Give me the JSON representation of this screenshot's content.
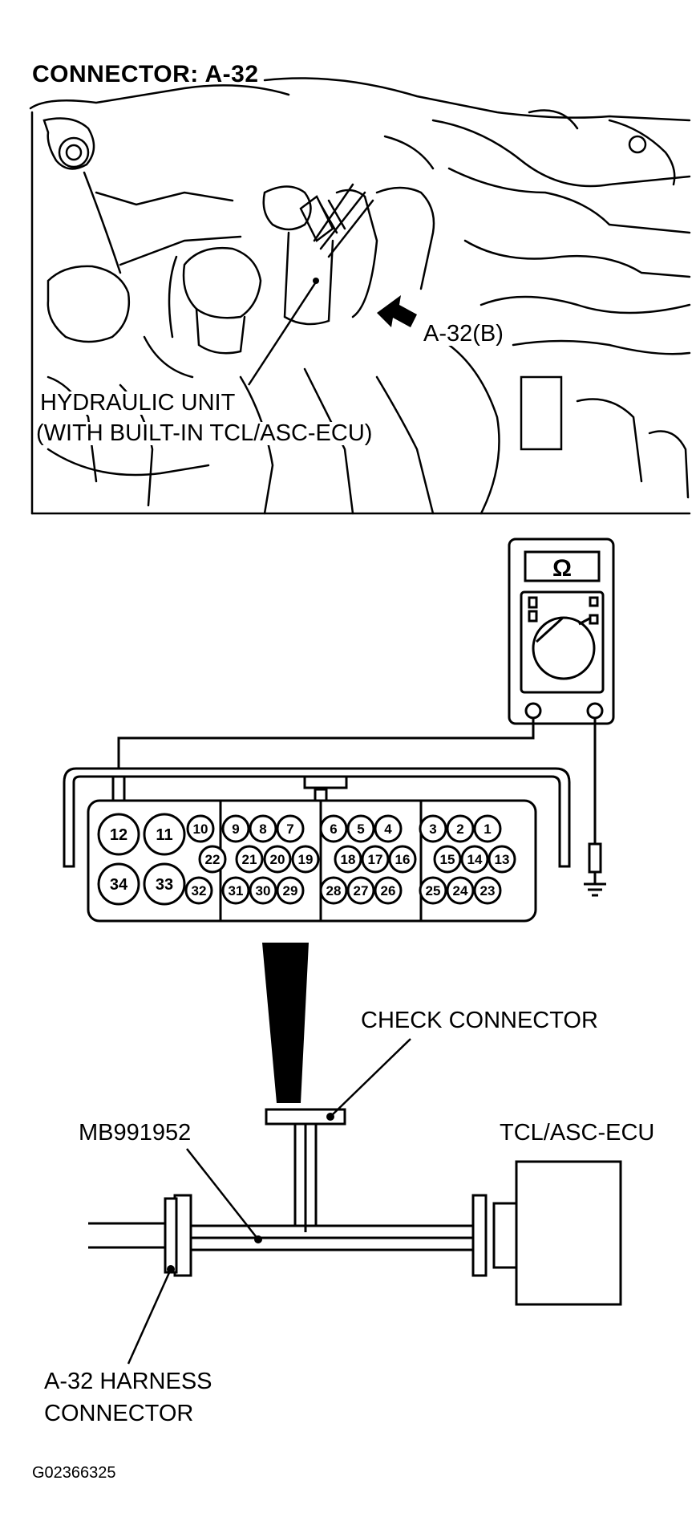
{
  "title": "CONNECTOR: A-32",
  "engine_view": {
    "connector_callout": "A-32(B)",
    "hydraulic_unit_line1": "HYDRAULIC UNIT",
    "hydraulic_unit_line2": "(WITH BUILT-IN TCL/ASC-ECU)"
  },
  "meter": {
    "symbol": "Ω"
  },
  "connector": {
    "large_pins_top": [
      "12",
      "11"
    ],
    "large_pins_bottom": [
      "34",
      "33"
    ],
    "row1": [
      "10",
      "9",
      "8",
      "7",
      "6",
      "5",
      "4",
      "3",
      "2",
      "1"
    ],
    "row2": [
      "22",
      "21",
      "20",
      "19",
      "18",
      "17",
      "16",
      "15",
      "14",
      "13"
    ],
    "row3": [
      "32",
      "31",
      "30",
      "29",
      "28",
      "27",
      "26",
      "25",
      "24",
      "23"
    ]
  },
  "harness": {
    "check_connector": "CHECK CONNECTOR",
    "tool": "MB991952",
    "ecu": "TCL/ASC-ECU",
    "harness_connector_line1": "A-32 HARNESS",
    "harness_connector_line2": "CONNECTOR"
  },
  "figure_id": "G02366325"
}
